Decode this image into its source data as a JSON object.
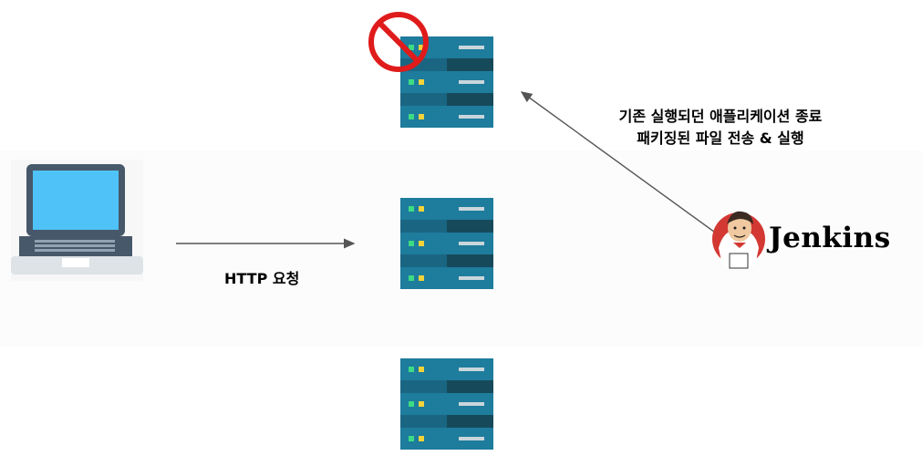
{
  "edges": {
    "http_request": "HTTP 요청",
    "deploy_line1": "기존 실행되던 애플리케이션 종료",
    "deploy_line2": "패키징된 파일 전송 & 실행"
  },
  "jenkins": {
    "wordmark": "Jenkins"
  },
  "icons": {
    "client": "laptop-icon",
    "servers": [
      "server-rack-icon",
      "server-rack-icon",
      "server-rack-icon"
    ],
    "stopped_marker": "prohibited-icon",
    "ci": "jenkins-logo-icon"
  },
  "colors": {
    "server_light": "#1e7c9c",
    "server_dark": "#164a5b",
    "led_green": "#3ddc84",
    "led_yellow": "#f2d33a",
    "prohibited_red": "#e01b1b",
    "laptop_screen": "#4fc3f7",
    "laptop_body": "#47586a",
    "arrow": "#555555"
  }
}
